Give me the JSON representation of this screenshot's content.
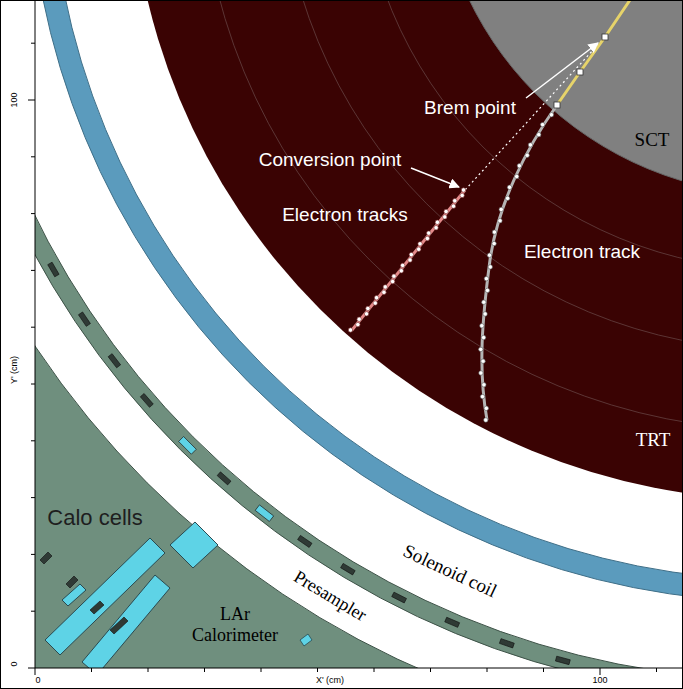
{
  "diagram": {
    "labels": [
      "Brem point",
      "SCT",
      "Conversion point",
      "Electron tracks",
      "Electron track",
      "TRT",
      "Calo cells",
      "Solenoid coil",
      "Presampler",
      "LAr Calorimeter",
      "100",
      "Y' (cm)",
      "0",
      "0",
      "X' (cm)",
      "100"
    ]
  }
}
